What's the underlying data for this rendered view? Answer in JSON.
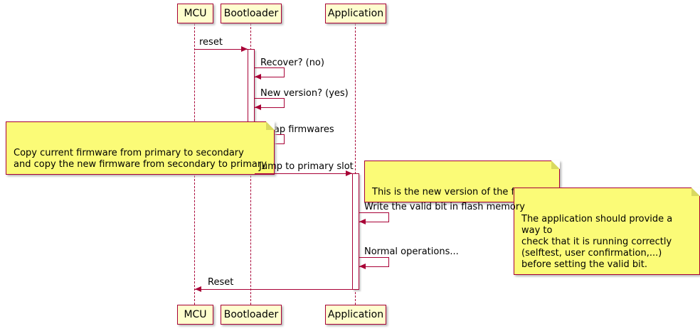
{
  "participants": [
    {
      "label": "MCU"
    },
    {
      "label": "Bootloader"
    },
    {
      "label": "Application"
    }
  ],
  "messages": {
    "reset": "reset",
    "recover": "Recover? (no)",
    "new_version": "New version? (yes)",
    "swap": "Swap firmwares",
    "jump": "Jump to primary slot",
    "write_valid_bit": "Write the valid bit in flash memory",
    "normal_ops": "Normal operations...",
    "reset_return": "Reset"
  },
  "notes": {
    "swap_note": "Copy current firmware from primary to secondary\nand copy the new firmware from secondary to primary",
    "new_firmware_note": "This is the new version of the firmware",
    "selftest_note": "The application should provide a way to\ncheck that it is running correctly\n(selftest, user confirmation,...)\nbefore setting the valid bit."
  },
  "colors": {
    "border": "#A80036",
    "participant_fill": "#FEFECE",
    "note_fill": "#FBFB77",
    "lifeline": "#A80036",
    "text": "#000000"
  }
}
